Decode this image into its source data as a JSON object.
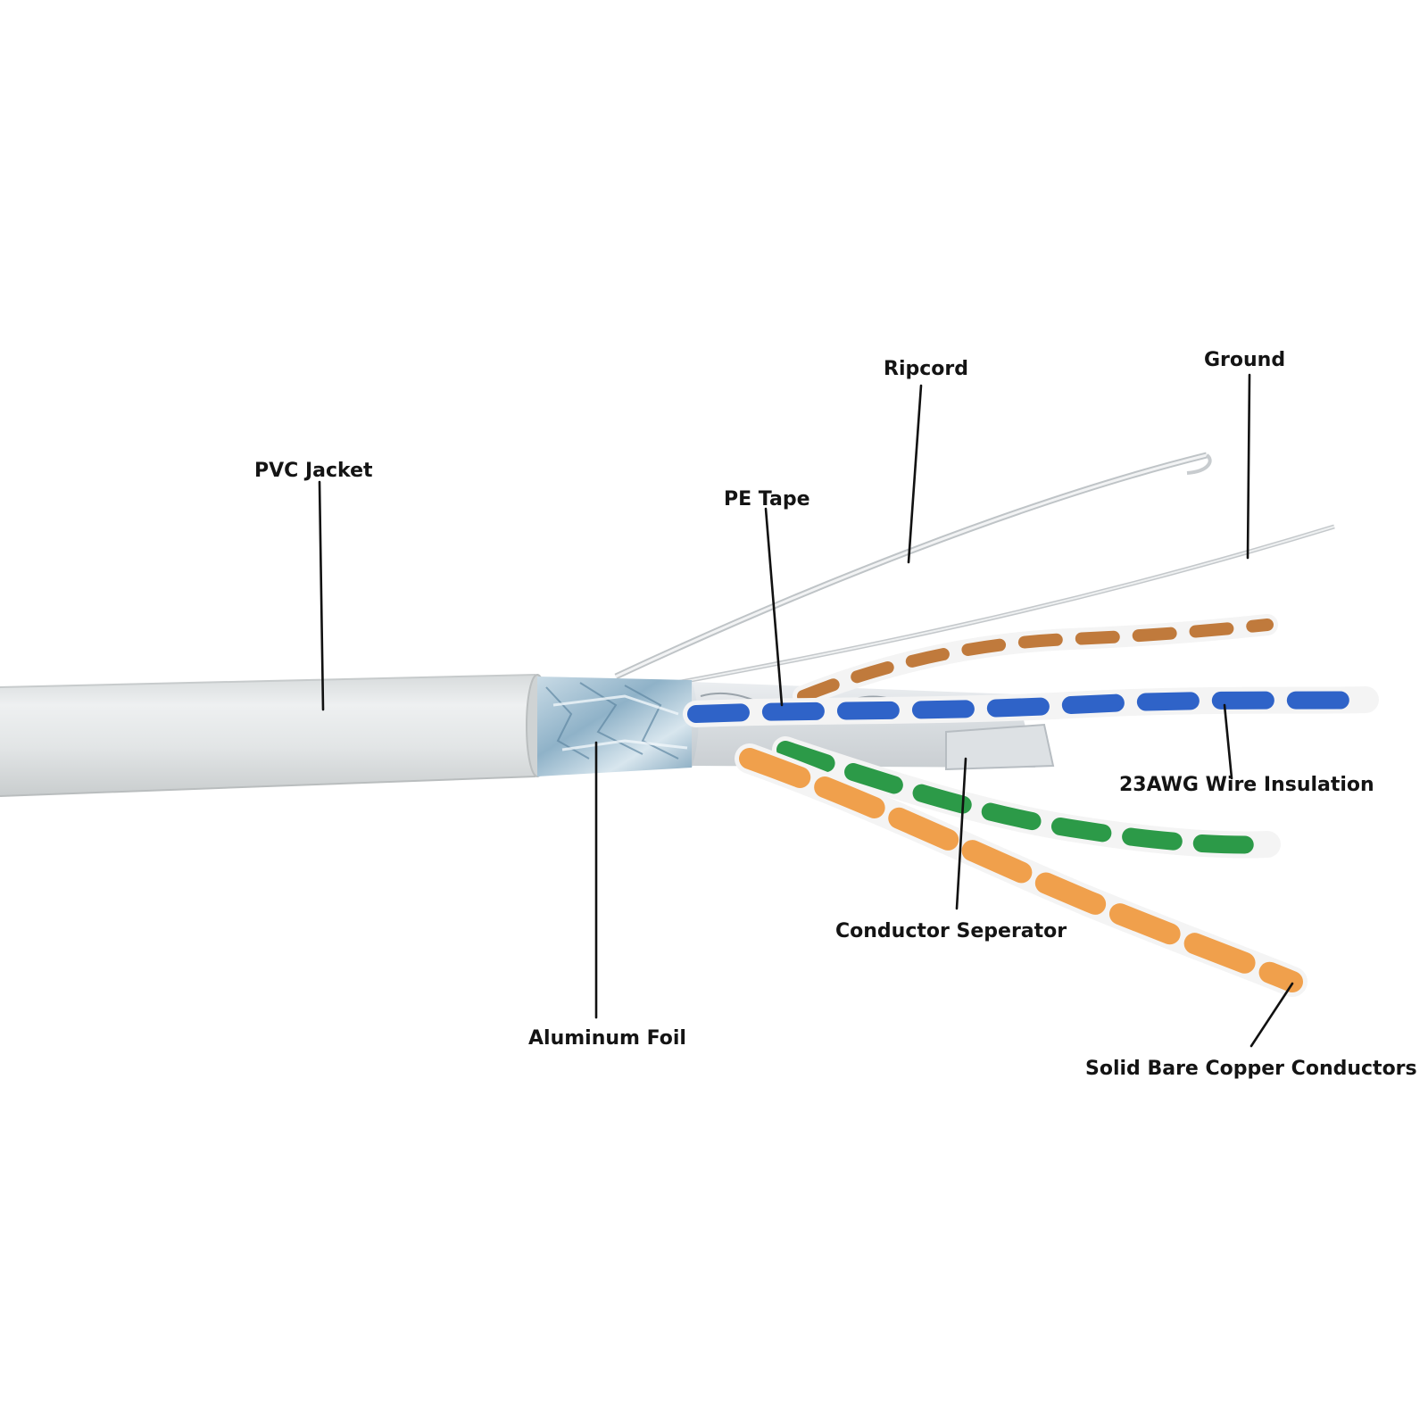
{
  "labels": {
    "pvc_jacket": "PVC Jacket",
    "pe_tape": "PE Tape",
    "ripcord": "Ripcord",
    "ground": "Ground",
    "wire_insulation": "23AWG Wire Insulation",
    "conductor_separator": "Conductor Seperator",
    "aluminum_foil": "Aluminum Foil",
    "copper_conductors": "Solid Bare Copper Conductors"
  },
  "colors": {
    "jacket": "#e6e9ea",
    "foil": "#a9c6d8",
    "pair_blue": "#2f63c8",
    "pair_brown": "#c07a3c",
    "pair_green": "#2c9a48",
    "pair_orange": "#f0a04c",
    "white_strand": "#f4f4f4"
  }
}
